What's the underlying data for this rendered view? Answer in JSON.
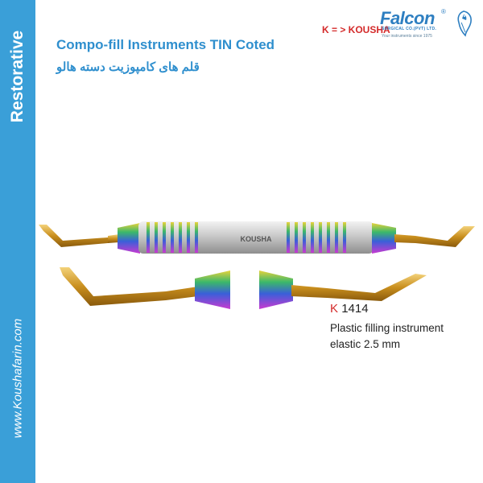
{
  "sidebar": {
    "category": "Restorative",
    "website": "www.Koushafarin.com",
    "color": "#3a9fd8"
  },
  "header": {
    "title_en": "Compo-fill Instruments TIN Coted",
    "title_fa": "قلم های کامپوزیت دسته هالو",
    "title_color": "#2f8fce"
  },
  "brand": {
    "mapping": "K = > KOUSHA",
    "logo_word": "Falcon",
    "logo_reg": "®",
    "logo_company": "SURGICAL CO.(PVT) LTD.",
    "logo_tagline": "Your instruments since 1975",
    "logo_icon": "falcon-bird-icon",
    "logo_color": "#2e7fc1"
  },
  "instrument": {
    "handle_engraving": "KOUSHA"
  },
  "product": {
    "code_prefix": "K",
    "code_number": "1414",
    "description_line1": "Plastic filling instrument",
    "description_line2": "elastic 2.5 mm",
    "accent_color": "#d42a2a"
  }
}
